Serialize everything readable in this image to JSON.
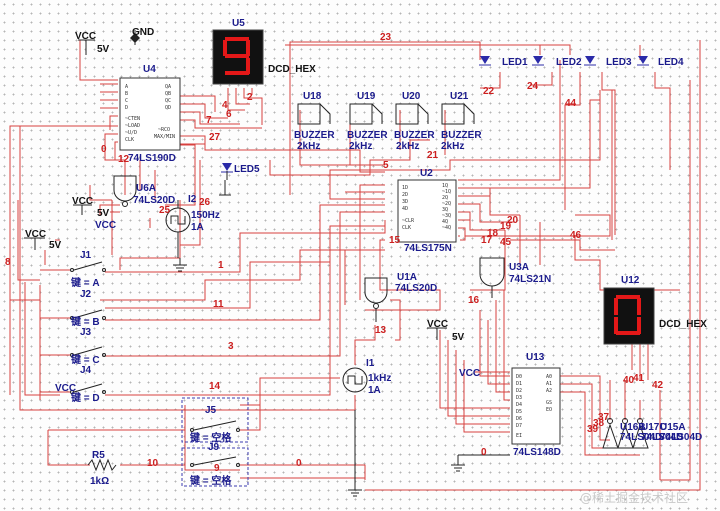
{
  "components": {
    "vcc_top": {
      "label": "VCC",
      "value": "5V"
    },
    "gnd_top": {
      "label": "GND"
    },
    "u5": {
      "ref": "U5",
      "type": "DCD_HEX",
      "digit": "9"
    },
    "u4": {
      "ref": "U4",
      "part": "74LS190D",
      "pins_left": [
        "A",
        "B",
        "C",
        "D",
        "~CTEN",
        "~LOAD",
        "~U/D",
        "CLK"
      ],
      "pins_right": [
        "QA",
        "QB",
        "QC",
        "QD",
        "~RCO",
        "MAX/MIN"
      ]
    },
    "u6a": {
      "ref": "U6A",
      "part": "74LS20D"
    },
    "i2": {
      "ref": "I2",
      "freq": "150Hz",
      "amp": "1A"
    },
    "led5": {
      "ref": "LED5"
    },
    "vcc_mid": {
      "label": "VCC",
      "value": "5V"
    },
    "vcc_left": {
      "label": "VCC",
      "value": "5V"
    },
    "u18": {
      "ref": "U18",
      "part": "BUZZER",
      "freq": "2kHz"
    },
    "u19": {
      "ref": "U19",
      "part": "BUZZER",
      "freq": "2kHz"
    },
    "u20": {
      "ref": "U20",
      "part": "BUZZER",
      "freq": "2kHz"
    },
    "u21": {
      "ref": "U21",
      "part": "BUZZER",
      "freq": "2kHz"
    },
    "leds": [
      "LED1",
      "LED2",
      "LED3",
      "LED4"
    ],
    "u2": {
      "ref": "U2",
      "part": "74LS175N",
      "pins_left": [
        "1D",
        "2D",
        "3D",
        "4D",
        "~CLR",
        "CLK"
      ],
      "pins_right": [
        "1Q",
        "~1Q",
        "2Q",
        "~2Q",
        "3Q",
        "~3Q",
        "4Q",
        "~4Q"
      ]
    },
    "u1a": {
      "ref": "U1A",
      "part": "74LS20D"
    },
    "u3a": {
      "ref": "U3A",
      "part": "74LS21N"
    },
    "j1": {
      "ref": "J1",
      "label": "键 = A"
    },
    "j2": {
      "ref": "J2",
      "label": "键 = B"
    },
    "j3": {
      "ref": "J3",
      "label": "键 = C"
    },
    "j4": {
      "ref": "J4",
      "label": "键 = D"
    },
    "vcc_j4": {
      "label": "VCC"
    },
    "j5": {
      "ref": "J5",
      "label": "键 = 空格"
    },
    "j9": {
      "ref": "J9",
      "label": "键 = 空格"
    },
    "r5": {
      "ref": "R5",
      "value": "1kΩ"
    },
    "i1": {
      "ref": "I1",
      "freq": "1kHz",
      "amp": "1A"
    },
    "vcc_u13": {
      "label": "VCC",
      "value": "5V"
    },
    "vcc_u13b": {
      "label": "VCC"
    },
    "u13": {
      "ref": "U13",
      "part": "74LS148D",
      "pins_left": [
        "D0",
        "D1",
        "D2",
        "D3",
        "D4",
        "D5",
        "D6",
        "D7",
        "EI"
      ],
      "pins_right": [
        "A0",
        "A1",
        "A2",
        "GS",
        "EO"
      ]
    },
    "u12": {
      "ref": "U12",
      "type": "DCD_HEX",
      "digit": "0"
    },
    "u16": {
      "ref": "U16B",
      "part": "74LS04D"
    },
    "u17": {
      "ref": "U17C",
      "part": "74LS04D"
    },
    "u15": {
      "ref": "U15A",
      "part": "74LS04D"
    }
  },
  "nets": [
    "23",
    "22",
    "24",
    "44",
    "2",
    "4",
    "6",
    "7",
    "27",
    "12",
    "0",
    "26",
    "25",
    "5",
    "21",
    "20",
    "19",
    "18",
    "17",
    "45",
    "46",
    "15",
    "1",
    "11",
    "16",
    "13",
    "3",
    "14",
    "8",
    "10",
    "9",
    "0",
    "0",
    "40",
    "41",
    "42",
    "37",
    "38",
    "39"
  ],
  "watermark": "@稀土掘金技术社区"
}
